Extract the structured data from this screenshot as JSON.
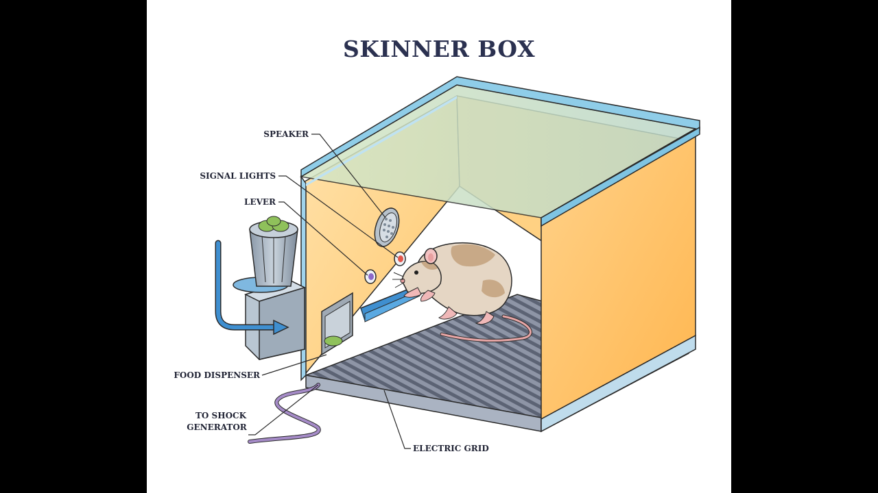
{
  "title": "SKINNER BOX",
  "labels": {
    "speaker": "SPEAKER",
    "signal_lights": "SIGNAL LIGHTS",
    "lever": "LEVER",
    "food_dispenser": "FOOD DISPENSER",
    "shock_line1": "TO SHOCK",
    "shock_line2": "GENERATOR",
    "electric_grid": "ELECTRIC GRID"
  },
  "colors": {
    "title": "#2b3150",
    "wall_orange": "#ffc56b",
    "glass": "#a8d8ee",
    "grid": "#7e8596",
    "rat": "#e5d6c4",
    "arrow": "#3f8fd0",
    "cable": "#a58bc7"
  }
}
